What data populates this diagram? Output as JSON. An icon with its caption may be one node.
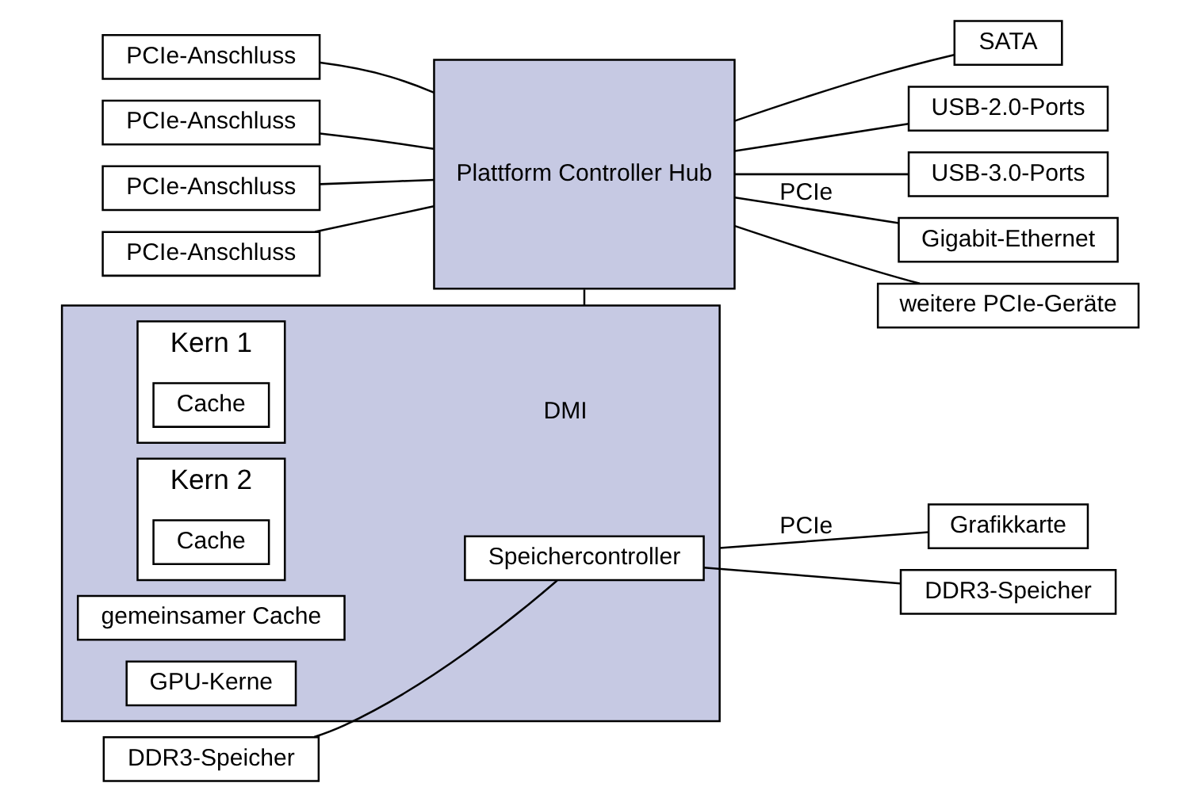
{
  "diagram": {
    "nodes": [
      {
        "text": [],
        "shape": "box"
      },
      {
        "text": [
          "Kern 1"
        ],
        "in": 0
      },
      {
        "text": [
          "Cache"
        ],
        "in": 1
      },
      {
        "text": [
          "Kern 2"
        ],
        "in": 0
      },
      {
        "text": [
          "Cache"
        ],
        "in": 3
      },
      {
        "text": [
          "gemeinsamer Cache"
        ],
        "in": 0
      },
      {
        "text": [
          "GPU-Kerne"
        ],
        "in": 0
      },
      {
        "text": [
          "Speichercontroller"
        ],
        "in": 0
      },
      {
        "text": [
          "DDR3-Speicher"
        ]
      },
      {
        "text": [
          "Grafikkarte"
        ]
      },
      {
        "text": [
          "DDR3-Speicher"
        ]
      },
      {
        "text": [
          "Plattform Controller Hub"
        ]
      },
      {
        "text": [
          "PCIe-Anschluss"
        ]
      },
      {
        "text": [
          "PCIe-Anschluss"
        ]
      },
      {
        "text": [
          "PCIe-Anschluss"
        ]
      },
      {
        "text": [
          "PCIe-Anschluss"
        ]
      },
      {
        "text": [
          "SATA"
        ]
      },
      {
        "text": [
          "USB-2.0-Ports"
        ]
      },
      {
        "text": [
          "USB-3.0-Ports"
        ]
      },
      {
        "text": [
          "Gigabit-Ethernet"
        ]
      },
      {
        "text": [
          "weitere PCIe-Geräte"
        ]
      }
    ],
    "edges": [
      {
        "from": 8,
        "to": 7,
        "arrow": "none"
      },
      {
        "from": 0,
        "to": 9,
        "arrow": "none",
        "label": "PCIe"
      },
      {
        "from": 7,
        "to": 10,
        "arrow": "none"
      },
      {
        "from": 0,
        "to": 11,
        "arrow": "none",
        "label": "DMI"
      },
      {
        "from": 12,
        "to": 11,
        "arrow": "none"
      },
      {
        "from": 13,
        "to": 11,
        "arrow": "none"
      },
      {
        "from": 14,
        "to": 11,
        "arrow": "none"
      },
      {
        "from": 15,
        "to": 11,
        "arrow": "none"
      },
      {
        "from": 11,
        "to": 16,
        "arrow": "none"
      },
      {
        "from": 11,
        "to": 17,
        "arrow": "none"
      },
      {
        "from": 11,
        "to": 18,
        "arrow": "none"
      },
      {
        "from": 11,
        "to": 19,
        "arrow": "none",
        "label": "PCIe"
      },
      {
        "from": 11,
        "to": 20,
        "arrow": "none"
      }
    ]
  }
}
